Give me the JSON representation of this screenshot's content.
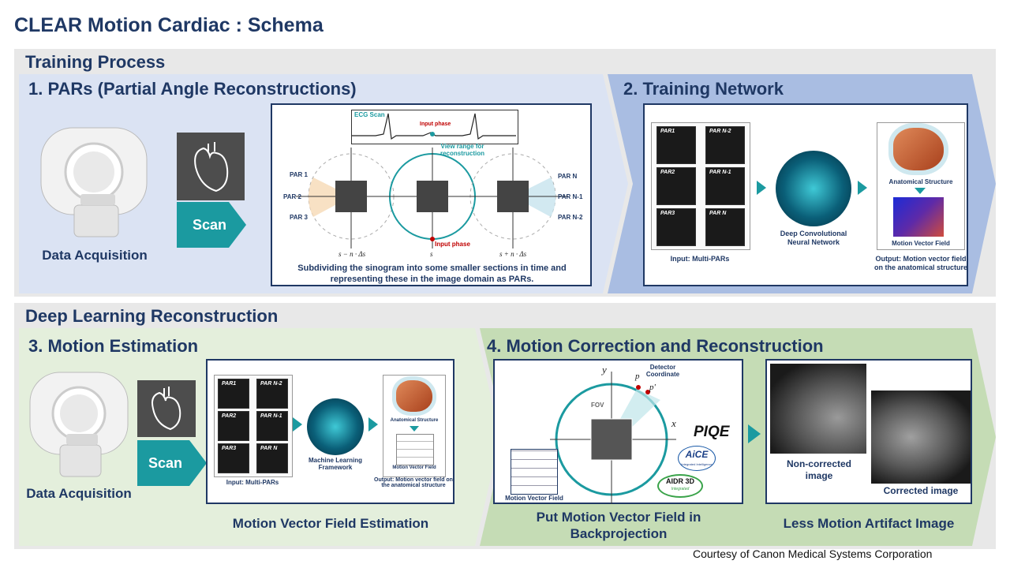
{
  "title": "CLEAR Motion Cardiac : Schema",
  "training": {
    "title": "Training Process",
    "step1": {
      "title": "1. PARs (Partial Angle Reconstructions)",
      "data_acquisition": "Data Acquisition",
      "scan": "Scan",
      "ecg_scan": "ECG Scan",
      "input_phase_top": "Input phase",
      "view_range": "View range for reconstruction",
      "input_phase_bottom": "Input phase",
      "par_left": [
        "PAR 1",
        "PAR 2",
        "PAR 3"
      ],
      "par_right": [
        "PAR N",
        "PAR N-1",
        "PAR N-2"
      ],
      "axis_labels": [
        "s − n · Δs",
        "s",
        "s + n · Δs"
      ],
      "caption": "Subdividing the sinogram into some smaller sections in time and representing these in the image domain as PARs."
    },
    "step2": {
      "title": "2. Training Network",
      "pars": [
        "PAR1",
        "PAR N-2",
        "PAR2",
        "PAR N-1",
        "PAR3",
        "PAR N"
      ],
      "input_label": "Input: Multi-PARs",
      "network_label": "Deep Convolutional Neural Network",
      "anatomical": "Anatomical Structure",
      "mvf": "Motion Vector Field",
      "output_label": "Output: Motion vector field on the anatomical structure"
    }
  },
  "dlr": {
    "title": "Deep Learning Reconstruction",
    "step3": {
      "title": "3. Motion Estimation",
      "data_acquisition": "Data Acquisition",
      "scan": "Scan",
      "pars": [
        "PAR1",
        "PAR N-2",
        "PAR2",
        "PAR N-1",
        "PAR3",
        "PAR N"
      ],
      "input_label": "Input: Multi-PARs",
      "network_label": "Machine Learning Framework",
      "anatomical": "Anatomical Structure",
      "mvf": "Motion Vector Field",
      "output_label": "Output: Motion vector field on the anatomical structure",
      "caption": "Motion Vector Field Estimation"
    },
    "step4": {
      "title": "4. Motion Correction and Reconstruction",
      "detector": "Detector Coordinate",
      "fov": "FOV",
      "axis_y": "y",
      "axis_x": "x",
      "point_p": "p",
      "point_p2": "p'",
      "piqe": "PIQE",
      "aice": "AiCE",
      "aice_sub": "Integrated Intelligence",
      "aidr": "AIDR 3D",
      "aidr_sub": "Integrated",
      "mvf": "Motion Vector Field",
      "caption": "Put Motion Vector Field in Backprojection",
      "noncorrected": "Non-corrected image",
      "corrected": "Corrected image",
      "caption2": "Less Motion Artifact Image"
    }
  },
  "courtesy": "Courtesy of Canon Medical Systems Corporation",
  "colors": {
    "navy": "#1f3864",
    "teal": "#1b9aa0",
    "blue_band": "#c9d5ec",
    "green_band": "#d6e7c9"
  }
}
